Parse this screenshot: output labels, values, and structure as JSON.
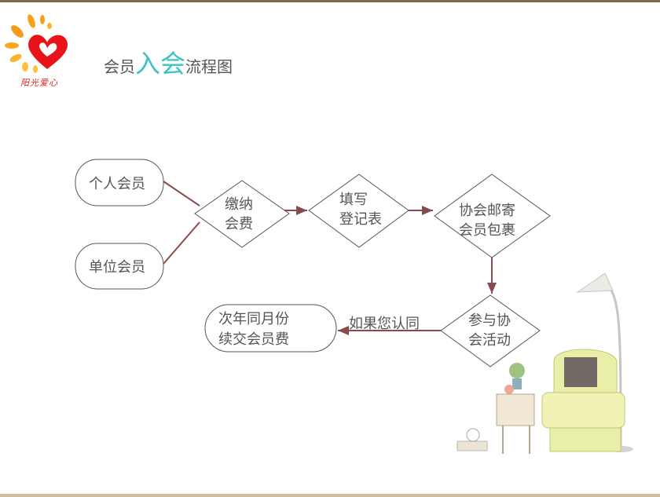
{
  "logo": {
    "text": "阳光爱心"
  },
  "title": {
    "part1": "会员",
    "highlight": "入会",
    "part2": "流程图"
  },
  "nodes": {
    "personal": "个人会员",
    "unit": "单位会员",
    "pay_line1": "缴纳",
    "pay_line2": "会费",
    "fill_line1": "填写",
    "fill_line2": "登记表",
    "mail_line1": "协会邮寄",
    "mail_line2": "会员包裹",
    "join_line1": "参与协",
    "join_line2": "会活动",
    "renew_line1": "次年同月份",
    "renew_line2": "续交会员费"
  },
  "edge_label": "如果您认同",
  "colors": {
    "arrow": "#8b4a4a",
    "highlight": "#3cc4c4",
    "border": "#7d6b4b"
  }
}
